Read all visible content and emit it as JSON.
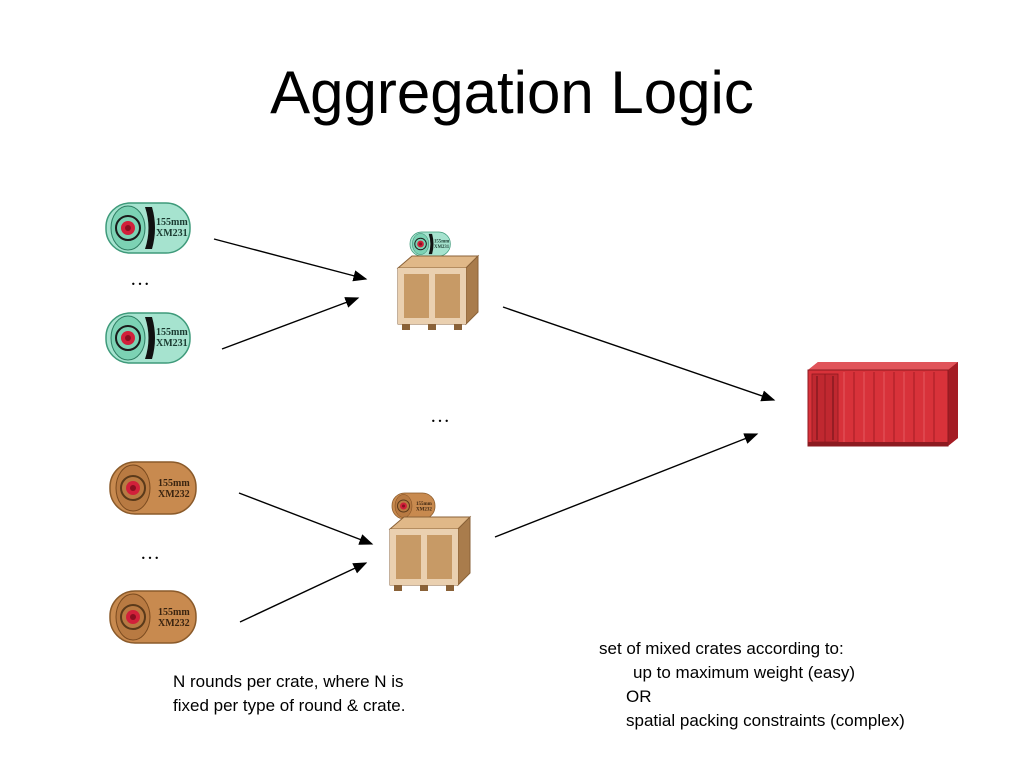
{
  "title": "Aggregation Logic",
  "ellipsis": "…",
  "roll_label": {
    "line1": "155mm",
    "line2": "XM231"
  },
  "roll_label_brown": {
    "line1": "155mm",
    "line2": "XM232"
  },
  "caption_left": {
    "line1": "N rounds per crate, where N is",
    "line2": "fixed per type of round & crate."
  },
  "caption_right": {
    "line1": "set of mixed crates according to:",
    "line2": "up to maximum weight (easy)",
    "line3": "OR",
    "line4": "spatial packing constraints (complex)"
  },
  "colors": {
    "green_round": "#a6e3cf",
    "brown_round": "#c88a4f",
    "crate": "#c79a66",
    "container": "#d8323a"
  }
}
